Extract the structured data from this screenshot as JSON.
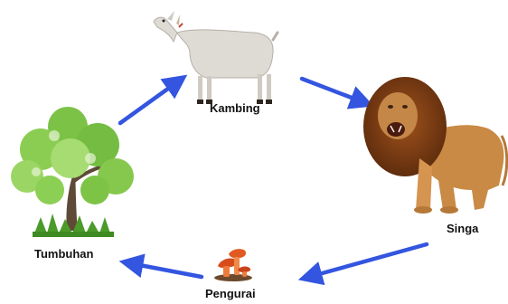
{
  "diagram": {
    "nodes": [
      {
        "id": "goat",
        "label": "Kambing",
        "icon": "goat-icon"
      },
      {
        "id": "lion",
        "label": "Singa",
        "icon": "lion-icon"
      },
      {
        "id": "decomposer",
        "label": "Pengurai",
        "icon": "mushroom-icon"
      },
      {
        "id": "plant",
        "label": "Tumbuhan",
        "icon": "tree-icon"
      }
    ],
    "edges": [
      {
        "from": "plant",
        "to": "goat"
      },
      {
        "from": "goat",
        "to": "lion"
      },
      {
        "from": "lion",
        "to": "decomposer"
      },
      {
        "from": "decomposer",
        "to": "plant"
      }
    ],
    "arrow_color": "#3355e0"
  }
}
